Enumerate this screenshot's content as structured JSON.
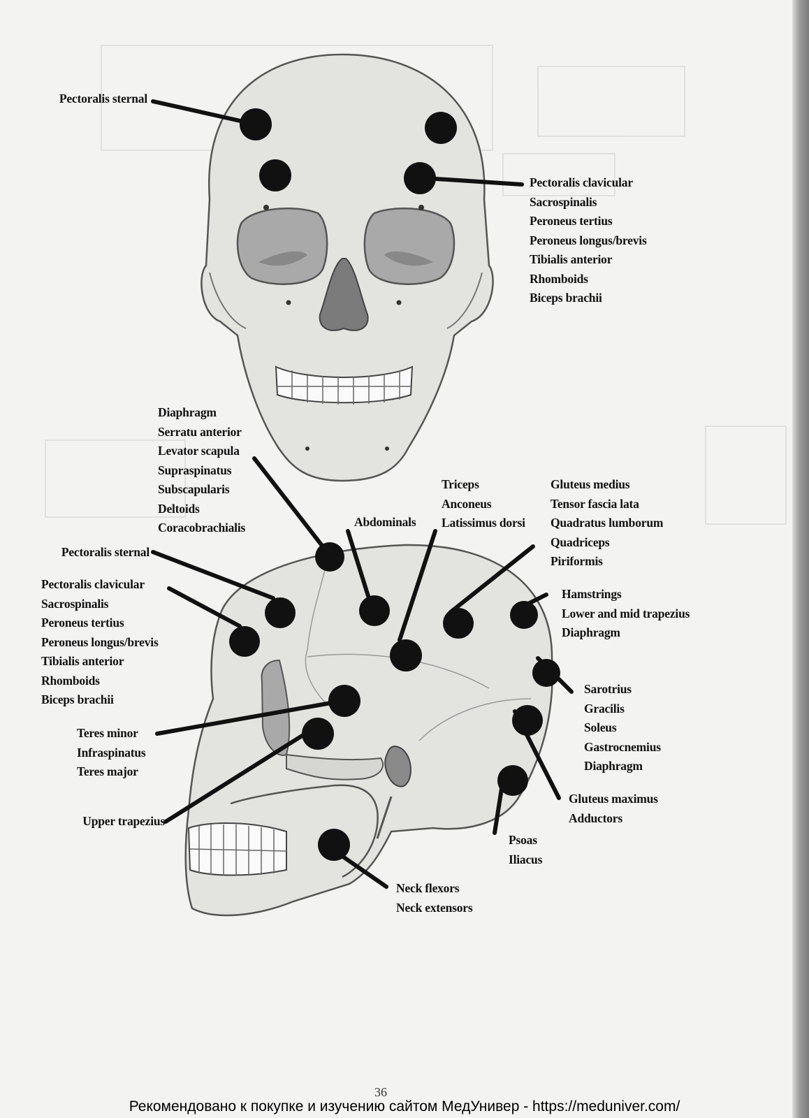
{
  "figure": {
    "front_skull": {
      "upper_left": [
        "Pectoralis sternal"
      ],
      "right_group": [
        "Pectoralis clavicular",
        "Sacrospinalis",
        "Peroneus tertius",
        "Peroneus longus/brevis",
        "Tibialis anterior",
        "Rhomboids",
        "Biceps brachii"
      ]
    },
    "side_skull": {
      "top_left_group": [
        "Diaphragm",
        "Serratu anterior",
        "Levator scapula",
        "Supraspinatus",
        "Subscapularis",
        "Deltoids",
        "Coracobrachialis"
      ],
      "abdominals": [
        "Abdominals"
      ],
      "triceps_group": [
        "Triceps",
        "Anconeus",
        "Latissimus dorsi"
      ],
      "gluteus_medius_group": [
        "Gluteus medius",
        "Tensor fascia lata",
        "Quadratus lumborum",
        "Quadriceps",
        "Piriformis"
      ],
      "pectoralis_sternal": [
        "Pectoralis sternal"
      ],
      "left_group": [
        "Pectoralis clavicular",
        "Sacrospinalis",
        "Peroneus tertius",
        "Peroneus longus/brevis",
        "Tibialis anterior",
        "Rhomboids",
        "Biceps brachii"
      ],
      "hamstrings_group": [
        "Hamstrings",
        "Lower and mid trapezius",
        "Diaphragm"
      ],
      "sartorius_group": [
        "Sarotrius",
        "Gracilis",
        "Soleus",
        "Gastrocnemius",
        "Diaphragm"
      ],
      "teres_group": [
        "Teres minor",
        "Infraspinatus",
        "Teres major"
      ],
      "upper_trapezius": [
        "Upper trapezius"
      ],
      "gluteus_maximus_group": [
        "Gluteus maximus",
        "Adductors"
      ],
      "psoas_group": [
        "Psoas",
        "Iliacus"
      ],
      "neck_group": [
        "Neck flexors",
        "Neck extensors"
      ]
    }
  },
  "page_number": "36",
  "footer": "Рекомендовано к покупке и изучению сайтом МедУнивер - https://meduniver.com/",
  "colors": {
    "skull": "#e3e3e0",
    "orbit": "#a9a9a9",
    "nose": "#7b7b7b",
    "dot": "#111111",
    "page": "#f3f3f1"
  }
}
